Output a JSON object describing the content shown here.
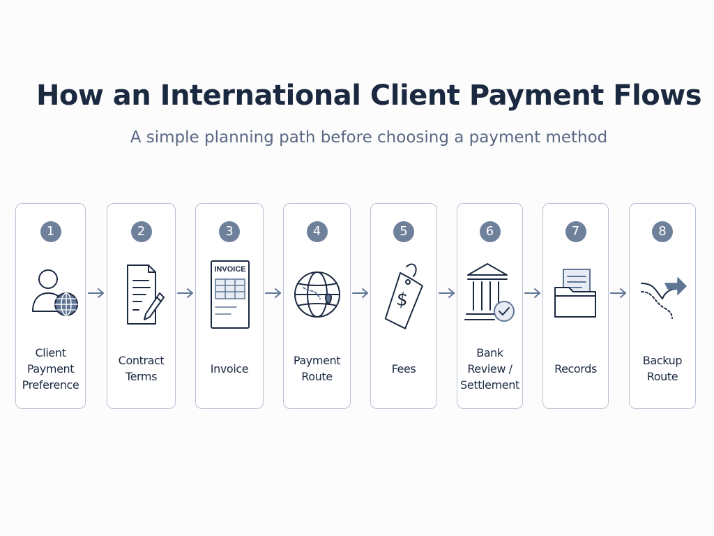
{
  "title": "How an International Client Payment Flows",
  "subtitle": "A simple planning path before choosing a payment method",
  "colors": {
    "ink": "#1b2940",
    "accent": "#5f7594",
    "badge": "#6f809b",
    "border": "#b6c1d2"
  },
  "steps": [
    {
      "number": "1",
      "label": "Client\nPayment\nPreference",
      "icon": "person-globe-icon"
    },
    {
      "number": "2",
      "label": "Contract\nTerms",
      "icon": "document-pen-icon"
    },
    {
      "number": "3",
      "label": "Invoice",
      "icon": "invoice-icon",
      "icon_text": "INVOICE"
    },
    {
      "number": "4",
      "label": "Payment\nRoute",
      "icon": "globe-route-icon"
    },
    {
      "number": "5",
      "label": "Fees",
      "icon": "price-tag-icon"
    },
    {
      "number": "6",
      "label": "Bank Review /\nSettlement",
      "icon": "bank-check-icon"
    },
    {
      "number": "7",
      "label": "Records",
      "icon": "folder-icon"
    },
    {
      "number": "8",
      "label": "Backup\nRoute",
      "icon": "alternate-route-icon"
    }
  ]
}
